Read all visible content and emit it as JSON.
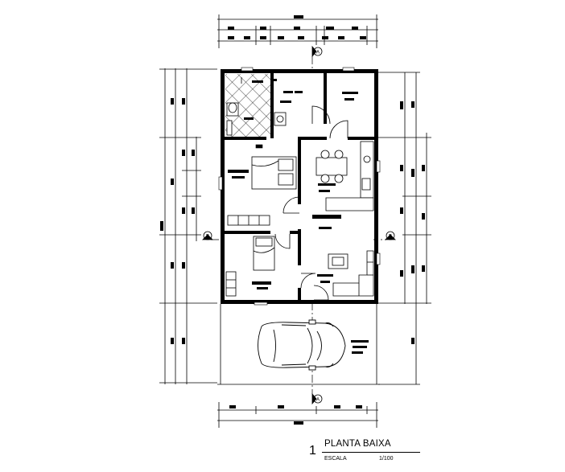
{
  "drawing": {
    "title": "PLANTA BAIXA",
    "number": "1",
    "scale_label": "ESCALA",
    "scale_value": "1/100",
    "section_markers": [
      "A",
      "A",
      "B",
      "B"
    ]
  },
  "colors": {
    "ink": "#000000",
    "paper": "#ffffff"
  }
}
